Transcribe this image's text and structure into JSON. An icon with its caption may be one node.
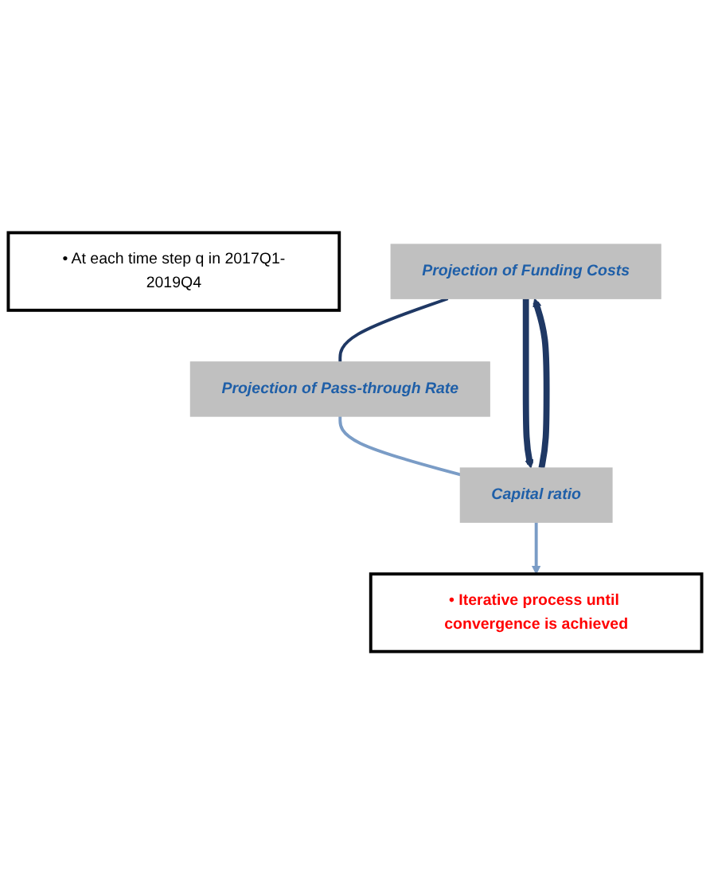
{
  "diagram": {
    "nodes": [
      {
        "text": [
          "• At each time step q in 2017Q1-2019Q4"
        ]
      },
      {
        "text": [
          "Projection of Funding Costs"
        ]
      },
      {
        "text": [
          "Projection of Pass-through Rate"
        ]
      },
      {
        "text": [
          "Capital ratio"
        ]
      },
      {
        "text": [
          "• Iterative process until convergence is achieved"
        ]
      }
    ],
    "edges": [
      {
        "from": 1,
        "to": 2,
        "arrow": "none"
      },
      {
        "from": 2,
        "to": 3,
        "arrow": "none",
        "color": "#7a9cc6"
      },
      {
        "from": 3,
        "to": 4,
        "arrow": "to",
        "color": "#7a9cc6"
      },
      {
        "from": 3,
        "to": 1,
        "arrow": "to",
        "style": "thick"
      },
      {
        "from": 1,
        "to": 3,
        "arrow": "to",
        "style": "thick"
      }
    ]
  }
}
